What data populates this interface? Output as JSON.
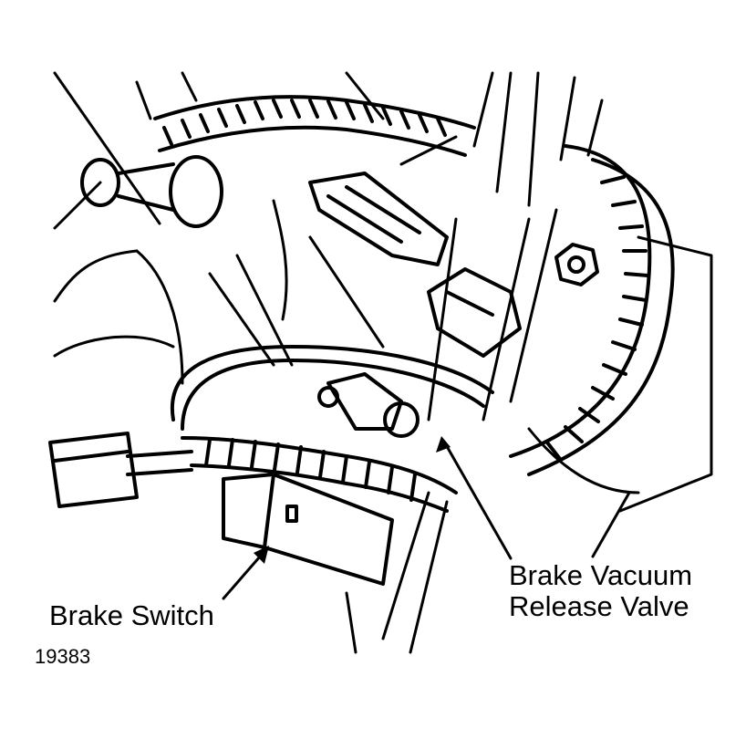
{
  "figure": {
    "labels": {
      "valve_line1": "Brake Vacuum",
      "valve_line2": "Release Valve",
      "switch": "Brake Switch"
    },
    "figure_number": "19383",
    "colors": {
      "ink": "#000000",
      "paper": "#ffffff"
    }
  }
}
